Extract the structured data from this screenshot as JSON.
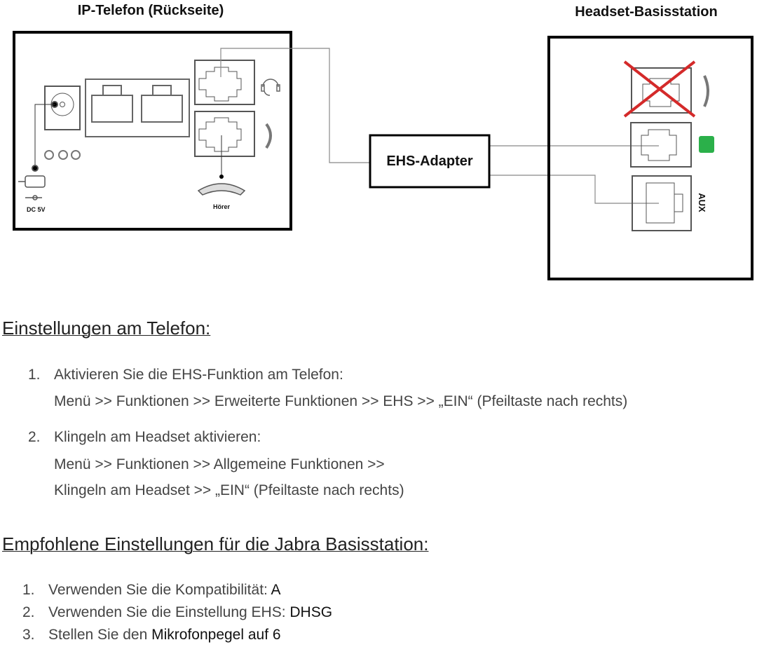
{
  "diagram": {
    "phone_title": "IP-Telefon (Rückseite)",
    "base_title": "Headset-Basisstation",
    "adapter_label": "EHS-Adapter",
    "dc_label": "DC 5V",
    "handset_label": "Hörer",
    "aux_label": "AUX",
    "colors": {
      "cross": "#d42a2a",
      "phone_icon": "#2bb04a"
    }
  },
  "section1": {
    "heading": "Einstellungen am Telefon:",
    "items": [
      {
        "num": "1.",
        "line1": "Aktivieren Sie die EHS-Funktion am Telefon:",
        "line2": "Menü >> Funktionen >> Erweiterte Funktionen >> EHS >> „EIN“ (Pfeiltaste nach rechts)"
      },
      {
        "num": "2.",
        "line1": "Klingeln am Headset aktivieren:",
        "line2": "Menü >> Funktionen >> Allgemeine Funktionen >>",
        "line3": "Klingeln am Headset >>  „EIN“ (Pfeiltaste nach rechts)"
      }
    ]
  },
  "section2": {
    "heading": "Empfohlene Einstellungen für die Jabra Basisstation:",
    "items": [
      {
        "num": "1.",
        "text": "Verwenden Sie die Kompatibilität: ",
        "value": "A"
      },
      {
        "num": "2.",
        "text": "Verwenden Sie die Einstellung EHS: ",
        "value": "DHSG"
      },
      {
        "num": "3.",
        "text": "Stellen Sie den ",
        "value": "Mikrofonpegel auf 6"
      }
    ]
  }
}
